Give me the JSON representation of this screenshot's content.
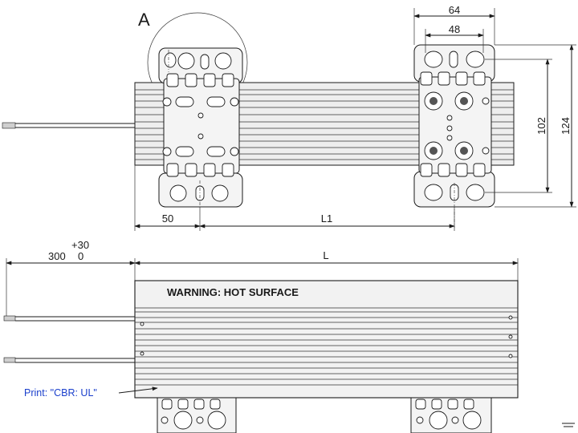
{
  "view_label": "A",
  "dimensions": {
    "width_outer": "64",
    "width_inner": "48",
    "height_outer": "124",
    "height_inner": "102",
    "offset": "50",
    "spacing": "L1",
    "lead_length": "300",
    "lead_tol_upper": "+30",
    "lead_tol_lower": "0",
    "body_length": "L"
  },
  "labels": {
    "warning": "WARNING: HOT SURFACE",
    "print_note": "Print: \"CBR: UL\""
  },
  "colors": {
    "line": "#1a1a1a",
    "note": "#1a3fcc",
    "background": "#ffffff"
  }
}
